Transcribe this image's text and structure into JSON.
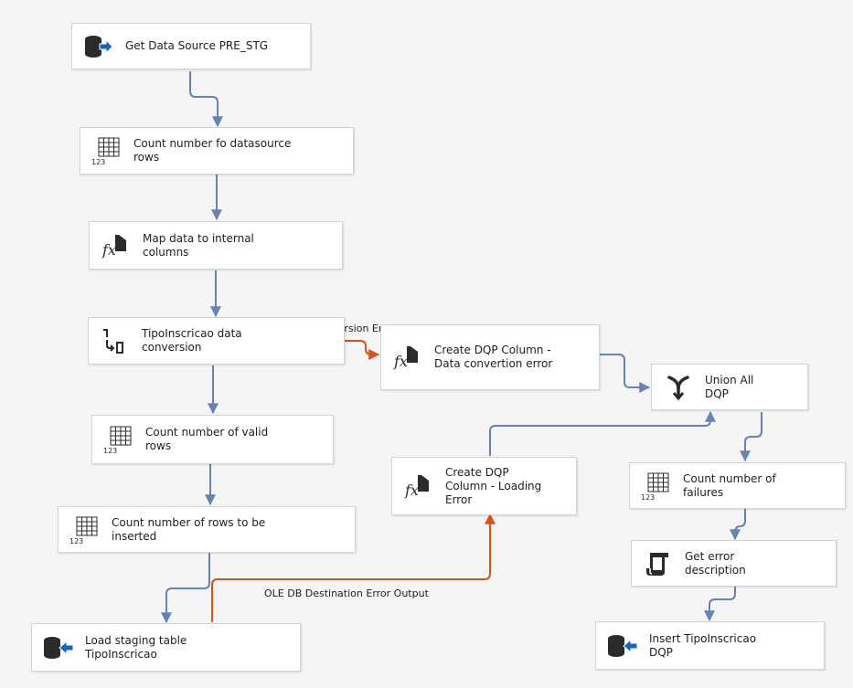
{
  "nodes": [
    {
      "id": "get-data-source",
      "label": "Get Data Source PRE_STG",
      "icon": "database-source-icon"
    },
    {
      "id": "count-datasource-rows",
      "label": "Count number fo datasource\nrows",
      "icon": "row-count-icon"
    },
    {
      "id": "map-data",
      "label": "Map data to internal\ncolumns",
      "icon": "derived-column-icon"
    },
    {
      "id": "data-conversion",
      "label": "TipoInscricao data\nconversion",
      "icon": "data-conversion-icon"
    },
    {
      "id": "create-dqp-conversion",
      "label": "Create DQP Column -\nData convertion error",
      "icon": "derived-column-icon"
    },
    {
      "id": "union-all",
      "label": "Union All\nDQP",
      "icon": "union-all-icon"
    },
    {
      "id": "count-valid-rows",
      "label": "Count number of valid\nrows",
      "icon": "row-count-icon"
    },
    {
      "id": "create-dqp-loading",
      "label": "Create DQP\nColumn - Loading\nError",
      "icon": "derived-column-icon"
    },
    {
      "id": "count-failures",
      "label": "Count number of\nfailures",
      "icon": "row-count-icon"
    },
    {
      "id": "count-rows-inserted",
      "label": "Count number of rows to be\ninserted",
      "icon": "row-count-icon"
    },
    {
      "id": "get-error-description",
      "label": "Get error\ndescription",
      "icon": "script-icon"
    },
    {
      "id": "load-staging",
      "label": "Load staging table\nTipoInscricao",
      "icon": "database-destination-icon"
    },
    {
      "id": "insert-dqp",
      "label": "Insert TipoInscricao\nDQP",
      "icon": "database-destination-icon"
    }
  ],
  "edge_labels": {
    "conversion_error": "Data Conversion Error Output",
    "destination_error": "OLE DB Destination Error Output"
  },
  "colors": {
    "normal_path": "#6583b3",
    "error_path": "#d5541c",
    "icon_dark": "#2b2b2b",
    "icon_arrow": "#1565c0"
  }
}
